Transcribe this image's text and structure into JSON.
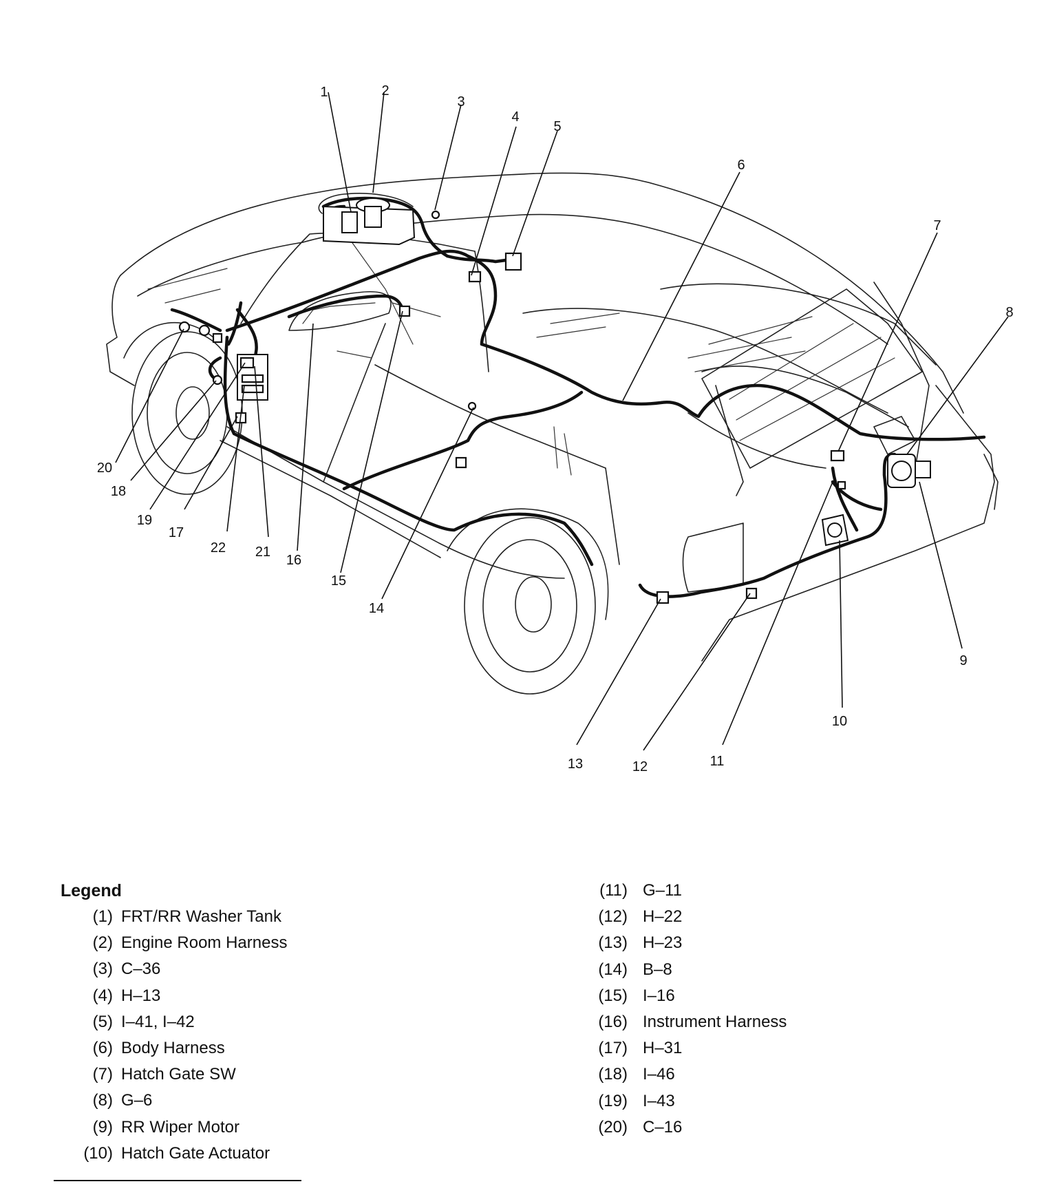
{
  "callouts": [
    {
      "id": "1"
    },
    {
      "id": "2"
    },
    {
      "id": "3"
    },
    {
      "id": "4"
    },
    {
      "id": "5"
    },
    {
      "id": "6"
    },
    {
      "id": "7"
    },
    {
      "id": "8"
    },
    {
      "id": "9"
    },
    {
      "id": "10"
    },
    {
      "id": "11"
    },
    {
      "id": "12"
    },
    {
      "id": "13"
    },
    {
      "id": "14"
    },
    {
      "id": "15"
    },
    {
      "id": "16"
    },
    {
      "id": "17"
    },
    {
      "id": "18"
    },
    {
      "id": "19"
    },
    {
      "id": "20"
    },
    {
      "id": "21"
    },
    {
      "id": "22"
    }
  ],
  "legend": {
    "title": "Legend",
    "left": [
      {
        "num": "(1)",
        "label": "FRT/RR Washer Tank"
      },
      {
        "num": "(2)",
        "label": "Engine Room Harness"
      },
      {
        "num": "(3)",
        "label": "C–36"
      },
      {
        "num": "(4)",
        "label": "H–13"
      },
      {
        "num": "(5)",
        "label": "I–41, I–42"
      },
      {
        "num": "(6)",
        "label": "Body Harness"
      },
      {
        "num": "(7)",
        "label": "Hatch Gate SW"
      },
      {
        "num": "(8)",
        "label": "G–6"
      },
      {
        "num": "(9)",
        "label": "RR Wiper Motor"
      },
      {
        "num": "(10)",
        "label": "Hatch Gate Actuator"
      }
    ],
    "right": [
      {
        "num": "(11)",
        "label": "G–11"
      },
      {
        "num": "(12)",
        "label": "H–22"
      },
      {
        "num": "(13)",
        "label": "H–23"
      },
      {
        "num": "(14)",
        "label": "B–8"
      },
      {
        "num": "(15)",
        "label": "I–16"
      },
      {
        "num": "(16)",
        "label": "Instrument Harness"
      },
      {
        "num": "(17)",
        "label": "H–31"
      },
      {
        "num": "(18)",
        "label": "I–46"
      },
      {
        "num": "(19)",
        "label": "I–43"
      },
      {
        "num": "(20)",
        "label": "C–16"
      }
    ]
  }
}
